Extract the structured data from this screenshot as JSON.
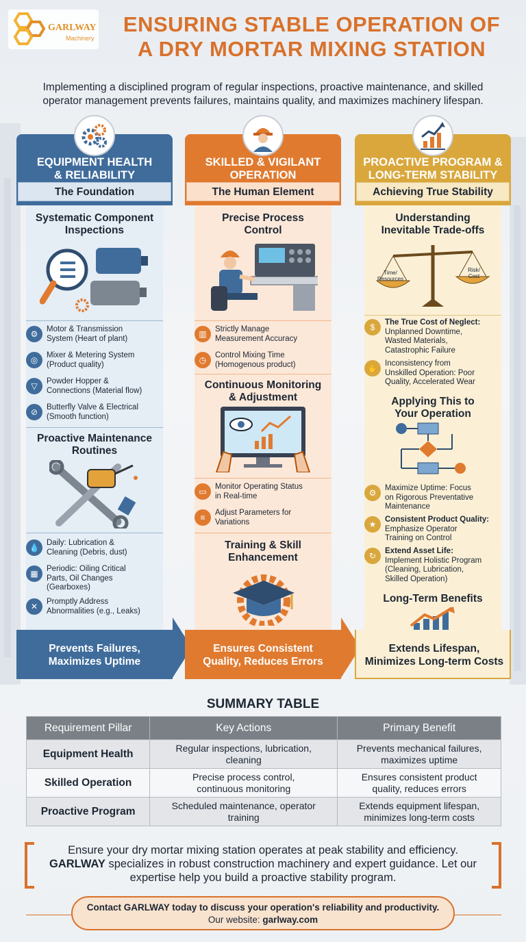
{
  "brand": {
    "name": "GARLWAY",
    "tagline": "Machinery"
  },
  "title_line1": "ENSURING STABLE OPERATION OF",
  "title_line2": "A DRY MORTAR MIXING STATION",
  "subtitle": "Implementing a disciplined program of regular inspections, proactive maintenance, and skilled operator management prevents failures, maintains quality, and maximizes machinery lifespan.",
  "colors": {
    "blue": "#3f6c9b",
    "orange": "#e07a2f",
    "gold": "#d9a73c",
    "title": "#d9712b"
  },
  "columns": [
    {
      "title_l1": "EQUIPMENT HEALTH",
      "title_l2": "& RELIABILITY",
      "foundation": "The Foundation",
      "icon": "gears-icon",
      "sec1": {
        "t1": "Systematic Component",
        "t2": "Inspections"
      },
      "items1": [
        {
          "icon": "motor-icon",
          "l1": "Motor & Transmission",
          "l2": "System (Heart of plant)"
        },
        {
          "icon": "mixer-icon",
          "l1": "Mixer & Metering System",
          "l2": "(Product quality)"
        },
        {
          "icon": "hopper-icon",
          "l1": "Powder Hopper &",
          "l2": "Connections (Material flow)"
        },
        {
          "icon": "valve-icon",
          "l1": "Butterfly Valve & Electrical",
          "l2": "(Smooth function)"
        }
      ],
      "sec2": {
        "t1": "Proactive Maintenance",
        "t2": "Routines"
      },
      "items2": [
        {
          "icon": "oil-drop-icon",
          "l1": "Daily: Lubrication &",
          "l2": "Cleaning (Debris, dust)",
          "l3": ""
        },
        {
          "icon": "calendar-icon",
          "l1": "Periodic: Oiling Critical",
          "l2": "Parts, Oil Changes",
          "l3": "(Gearboxes)"
        },
        {
          "icon": "tools-icon",
          "l1": "Promptly Address",
          "l2": "Abnormalities (e.g., Leaks)",
          "l3": ""
        }
      ],
      "footer_l1": "Prevents Failures,",
      "footer_l2": "Maximizes Uptime"
    },
    {
      "title_l1": "SKILLED & VIGILANT",
      "title_l2": "OPERATION",
      "foundation": "The Human Element",
      "icon": "worker-icon",
      "sec1": {
        "t1": "Precise Process",
        "t2": "Control"
      },
      "items1": [
        {
          "icon": "scale-chart-icon",
          "l1": "Strictly Manage",
          "l2": "Measurement Accuracy"
        },
        {
          "icon": "timer-icon",
          "l1": "Control Mixing Time",
          "l2": "(Homogenous product)"
        }
      ],
      "sec2": {
        "t1": "Continuous Monitoring",
        "t2": "& Adjustment"
      },
      "items2": [
        {
          "icon": "monitor-icon",
          "l1": "Monitor Operating Status",
          "l2": "in Real-time"
        },
        {
          "icon": "sliders-icon",
          "l1": "Adjust Parameters for",
          "l2": "Variations"
        }
      ],
      "sec3": {
        "t1": "Training & Skill",
        "t2": "Enhancement"
      },
      "footer_l1": "Ensures Consistent",
      "footer_l2": "Quality, Reduces Errors"
    },
    {
      "title_l1": "PROACTIVE PROGRAM &",
      "title_l2": "LONG-TERM STABILITY",
      "foundation": "Achieving True Stability",
      "icon": "growth-chart-icon",
      "sec1": {
        "t1": "Understanding",
        "t2": "Inevitable Trade-offs"
      },
      "scale_left_l1": "Time/",
      "scale_left_l2": "Resources",
      "scale_right_l1": "Risk/",
      "scale_right_l2": "Cost",
      "items1": [
        {
          "icon": "cost-icon",
          "l1": "The True Cost of Neglect:",
          "l2": "Unplanned Downtime,",
          "l3": "Wasted Materials,",
          "l4": "Catastrophic Failure"
        },
        {
          "icon": "thumbs-down-icon",
          "l1": "Inconsistency from",
          "l2": "Unskilled Operation: Poor",
          "l3": "Quality, Accelerated Wear",
          "l4": ""
        }
      ],
      "sec2": {
        "t1": "Applying This to",
        "t2": "Your Operation"
      },
      "items2": [
        {
          "icon": "uptime-icon",
          "l1": "Maximize Uptime: Focus",
          "l2": "on Rigorous Preventative",
          "l3": "Maintenance",
          "l4": ""
        },
        {
          "icon": "quality-icon",
          "l1": "Consistent Product Quality:",
          "l2": "Emphasize Operator",
          "l3": "Training on Control",
          "l4": ""
        },
        {
          "icon": "lifespan-icon",
          "l1": "Extend Asset Life:",
          "l2": "Implement Holistic Program",
          "l3": "(Cleaning, Lubrication,",
          "l4": "Skilled Operation)"
        }
      ],
      "sec3": "Long-Term Benefits",
      "footer_l1": "Extends Lifespan,",
      "footer_l2": "Minimizes Long-term Costs"
    }
  ],
  "summary": {
    "title": "SUMMARY TABLE",
    "headers": [
      "Requirement Pillar",
      "Key Actions",
      "Primary Benefit"
    ],
    "rows": [
      {
        "pillar": "Equipment Health",
        "a1": "Regular inspections, lubrication,",
        "a2": "cleaning",
        "b1": "Prevents mechanical failures,",
        "b2": "maximizes uptime"
      },
      {
        "pillar": "Skilled Operation",
        "a1": "Precise process control,",
        "a2": "continuous monitoring",
        "b1": "Ensures consistent product",
        "b2": "quality, reduces errors"
      },
      {
        "pillar": "Proactive Program",
        "a1": "Scheduled maintenance, operator",
        "a2": "training",
        "b1": "Extends equipment lifespan,",
        "b2": "minimizes long-term costs"
      }
    ]
  },
  "cta": {
    "l1": "Ensure your dry mortar mixing station operates at peak stability and efficiency.",
    "l2_brand": "GARLWAY",
    "l2_rest": " specializes in robust construction machinery and expert guidance. Let our",
    "l3": "expertise help you build a proactive stability program.",
    "contact": "Contact GARLWAY today to discuss your operation's reliability and productivity.",
    "website_label": "Our website: ",
    "website": "garlway.com"
  }
}
